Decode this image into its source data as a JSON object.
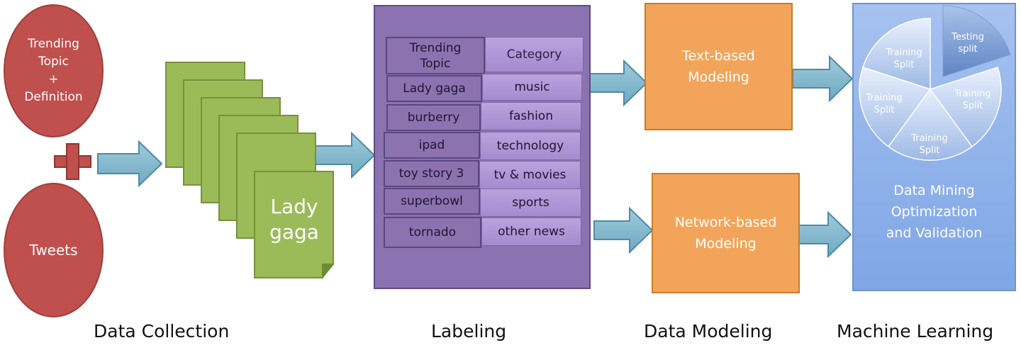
{
  "collection": {
    "circle_top": "Trending\nTopic\n+\nDefinition",
    "circle_bottom": "Tweets",
    "doc_label": "Lady\ngaga"
  },
  "labeling": {
    "header_topic": "Trending\nTopic",
    "header_category": "Category",
    "rows": [
      {
        "topic": "Lady gaga",
        "category": "music"
      },
      {
        "topic": "burberry",
        "category": "fashion"
      },
      {
        "topic": "ipad",
        "category": "technology"
      },
      {
        "topic": "toy story 3",
        "category": "tv & movies"
      },
      {
        "topic": "superbowl",
        "category": "sports"
      },
      {
        "topic": "tornado",
        "category": "other news"
      }
    ]
  },
  "modeling": {
    "text_box": "Text-based\nModeling",
    "network_box": "Network-based\nModeling"
  },
  "ml": {
    "slices": {
      "testing": "Testing\nsplit",
      "training_1": "Training\nSplit",
      "training_2": "Training\nSplit",
      "training_3": "Training\nSplit",
      "training_4": "Training\nSplit"
    },
    "caption": "Data Mining\nOptimization\nand Validation"
  },
  "stages": {
    "collection": "Data Collection",
    "labeling": "Labeling",
    "modeling": "Data Modeling",
    "learning": "Machine Learning"
  },
  "colors": {
    "circle": "#c0504d",
    "doc": "#9bbb59",
    "panel": "#8b72b0",
    "orange": "#f2a55a",
    "blue": "#8fb2ea",
    "arrow": "#7fb6cc"
  }
}
